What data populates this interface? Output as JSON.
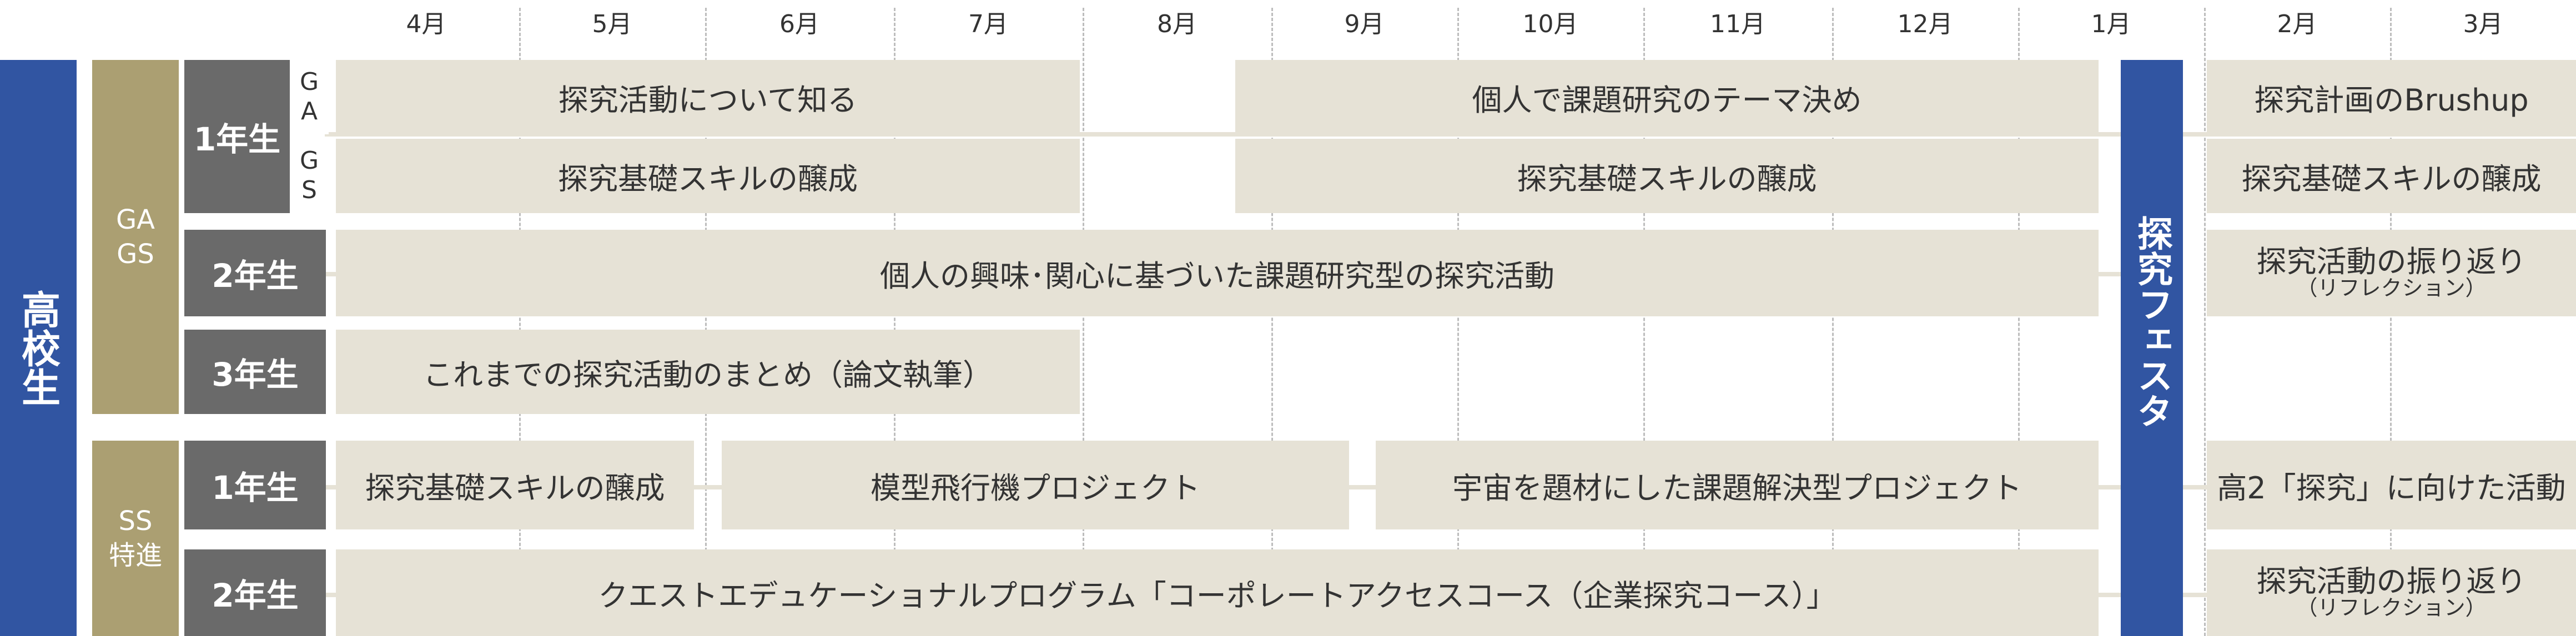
{
  "months": [
    "4月",
    "5月",
    "6月",
    "7月",
    "8月",
    "9月",
    "10月",
    "11月",
    "12月",
    "1月",
    "2月",
    "3月"
  ],
  "school_label": "高校生",
  "groups": {
    "gags": "GA\nGS",
    "ss": "SS\n特進"
  },
  "grades": {
    "g1": "1年生",
    "g2": "2年生",
    "g3": "3年生",
    "s1": "1年生",
    "s2": "2年生"
  },
  "subgroups": {
    "ga": "GA",
    "gs": "GS"
  },
  "festa": "探究フェスタ",
  "activities": {
    "ga_1": "探究活動について知る",
    "ga_2": "個人で課題研究のテーマ決め",
    "ga_3": "探究計画のBrushup",
    "gs_1": "探究基礎スキルの醸成",
    "gs_2": "探究基礎スキルの醸成",
    "gs_3": "探究基礎スキルの醸成",
    "y2_main": "個人の興味･関心に基づいた課題研究型の探究活動",
    "y2_ref_1": "探究活動の振り返り",
    "y2_ref_2": "（リフレクション）",
    "y3_main": "これまでの探究活動のまとめ（論文執筆）",
    "ss1_1": "探究基礎スキルの醸成",
    "ss1_2": "模型飛行機プロジェクト",
    "ss1_3": "宇宙を題材にした課題解決型プロジェクト",
    "ss1_4": "高2「探究」に向けた活動",
    "ss2_main": "クエストエデュケーショナルプログラム「コーポレートアクセスコース（企業探究コース）」",
    "ss2_ref_1": "探究活動の振り返り",
    "ss2_ref_2": "（リフレクション）"
  },
  "colors": {
    "school": "#3155a2",
    "festa": "#3155a2",
    "group": "#ab9f72",
    "grade": "#6a6a6a",
    "activity": "#e6e2d6",
    "text": "#333333"
  }
}
